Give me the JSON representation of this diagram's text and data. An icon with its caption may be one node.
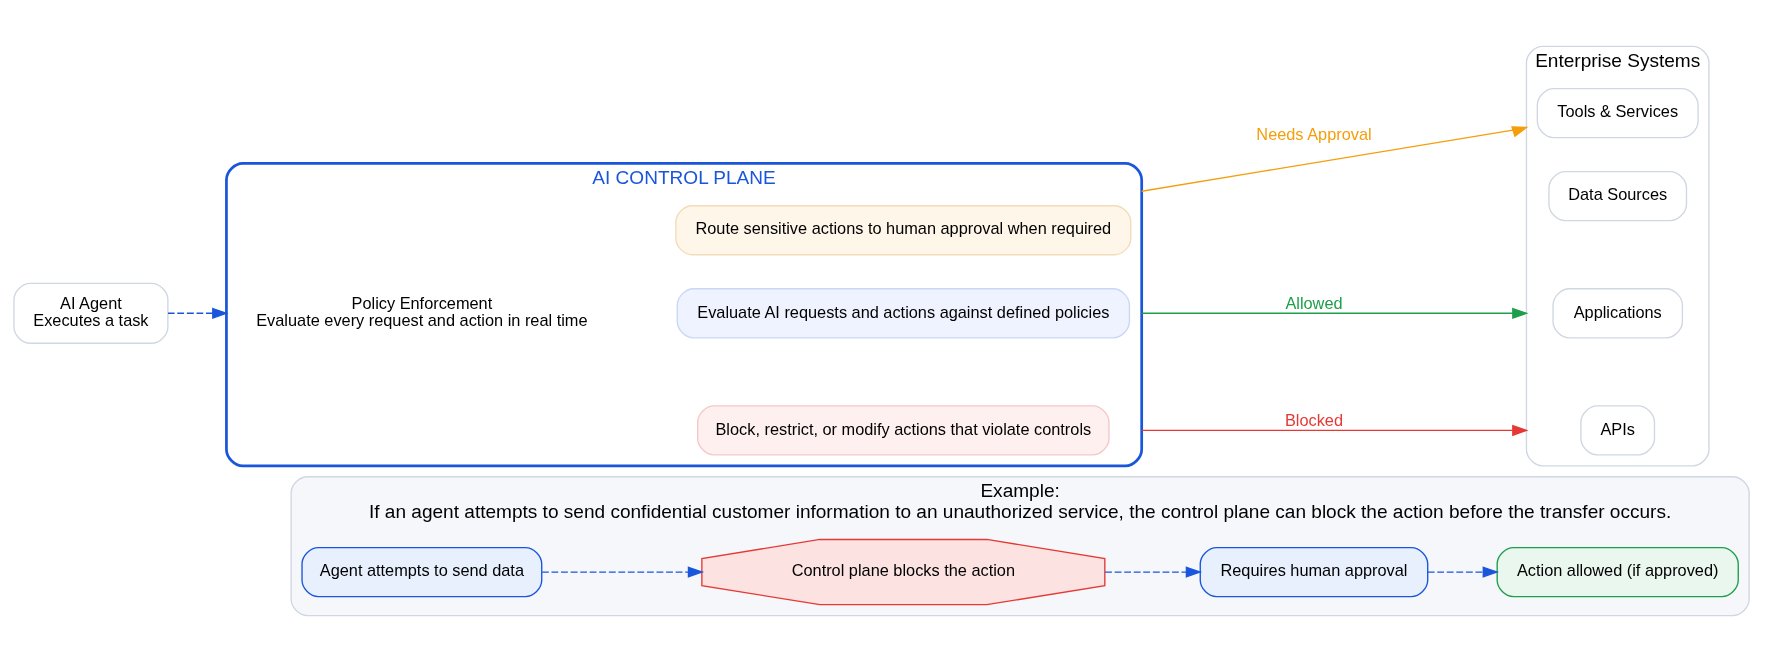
{
  "diagram": {
    "nodes": [
      {
        "text": [
          "AI Agent",
          "Executes a task"
        ]
      },
      {
        "text": [
          "AI CONTROL PLANE"
        ]
      },
      {
        "text": [
          "Policy Enforcement",
          "Evaluate every request and action in real time"
        ],
        "in": 1
      },
      {
        "text": [
          "Evaluate AI requests and actions against defined policies"
        ],
        "in": 1
      },
      {
        "text": [
          "Block, restrict, or modify actions that violate controls"
        ],
        "in": 1
      },
      {
        "text": [
          "Route sensitive actions to human approval when required"
        ],
        "in": 1
      },
      {
        "text": [
          "Enterprise Systems"
        ]
      },
      {
        "text": [
          "Data Sources"
        ],
        "in": 6
      },
      {
        "text": [
          "Applications"
        ],
        "in": 6
      },
      {
        "text": [
          "APIs"
        ],
        "in": 6
      },
      {
        "text": [
          "Tools & Services"
        ],
        "in": 6
      },
      {
        "text": [
          "Example:",
          "If an agent attempts to send confidential customer information to an unauthorized service, the control plane can block the action before the transfer occurs."
        ]
      },
      {
        "text": [
          "Agent attempts to send data"
        ],
        "in": 11
      },
      {
        "text": [
          "Control plane blocks the action"
        ],
        "in": 11
      },
      {
        "text": [
          "Requires human approval"
        ],
        "in": 11
      },
      {
        "text": [
          "Action allowed (if approved)"
        ],
        "in": 11
      }
    ],
    "edges": [
      {
        "from": 0,
        "to": 1,
        "arrow": "to",
        "style": "dashed"
      },
      {
        "from": 1,
        "to": 6,
        "arrow": "to",
        "label": "Allowed",
        "color": "#1e9e4a"
      },
      {
        "from": 1,
        "to": 6,
        "arrow": "to",
        "label": "Blocked",
        "color": "#e53935"
      },
      {
        "from": 1,
        "to": 6,
        "arrow": "to",
        "label": "Needs Approval",
        "color": "#f59e0b"
      },
      {
        "from": 12,
        "to": 13,
        "arrow": "to",
        "style": "dashed"
      },
      {
        "from": 13,
        "to": 14,
        "arrow": "to",
        "style": "dashed"
      },
      {
        "from": 14,
        "to": 15,
        "arrow": "to",
        "style": "dashed"
      }
    ]
  }
}
